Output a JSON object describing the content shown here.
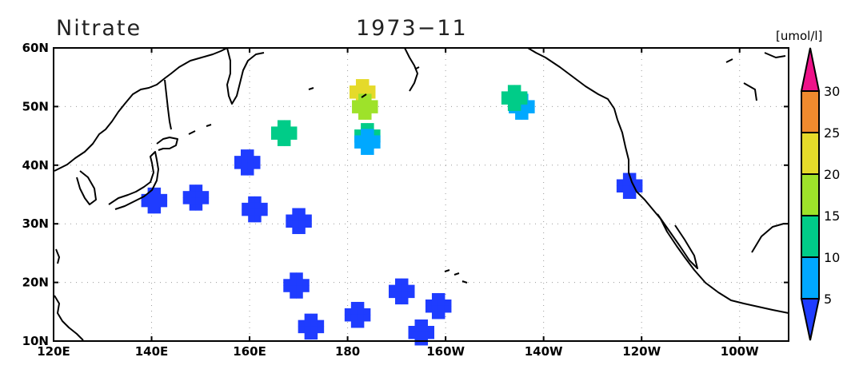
{
  "map": {
    "title": "Nitrate",
    "date": "1973−11",
    "units": "[umol/l]",
    "lon_range": [
      120,
      270
    ],
    "lat_range": [
      10,
      60
    ],
    "lon_ticks": [
      {
        "lon": 120,
        "label": "120E"
      },
      {
        "lon": 140,
        "label": "140E"
      },
      {
        "lon": 160,
        "label": "160E"
      },
      {
        "lon": 180,
        "label": "180"
      },
      {
        "lon": 200,
        "label": "160W"
      },
      {
        "lon": 220,
        "label": "140W"
      },
      {
        "lon": 240,
        "label": "120W"
      },
      {
        "lon": 260,
        "label": "100W"
      }
    ],
    "lat_ticks": [
      {
        "lat": 60,
        "label": "60N"
      },
      {
        "lat": 50,
        "label": "50N"
      },
      {
        "lat": 40,
        "label": "40N"
      },
      {
        "lat": 30,
        "label": "30N"
      },
      {
        "lat": 20,
        "label": "20N"
      },
      {
        "lat": 10,
        "label": "10N"
      }
    ],
    "colorbar": {
      "levels": [
        "5",
        "10",
        "15",
        "20",
        "25",
        "30"
      ],
      "colors": [
        "#1f3cff",
        "#00a8ff",
        "#00cc88",
        "#9ee22a",
        "#e5da2a",
        "#ef8a2e",
        "#ee1289"
      ]
    },
    "observations": [
      {
        "lon": 140.5,
        "lat": 34.0,
        "value": 3
      },
      {
        "lon": 149.0,
        "lat": 34.5,
        "value": 3
      },
      {
        "lon": 159.5,
        "lat": 40.5,
        "value": 3
      },
      {
        "lon": 161.0,
        "lat": 32.5,
        "value": 3
      },
      {
        "lon": 167.0,
        "lat": 45.5,
        "value": 13
      },
      {
        "lon": 170.0,
        "lat": 30.5,
        "value": 3
      },
      {
        "lon": 169.5,
        "lat": 19.5,
        "value": 3
      },
      {
        "lon": 172.5,
        "lat": 12.5,
        "value": 3
      },
      {
        "lon": 182.0,
        "lat": 14.5,
        "value": 3
      },
      {
        "lon": 183.0,
        "lat": 52.5,
        "value": 22
      },
      {
        "lon": 183.5,
        "lat": 50.0,
        "value": 18
      },
      {
        "lon": 184.0,
        "lat": 45.0,
        "value": 12
      },
      {
        "lon": 184.0,
        "lat": 44.0,
        "value": 8
      },
      {
        "lon": 191.0,
        "lat": 18.5,
        "value": 3
      },
      {
        "lon": 195.0,
        "lat": 11.5,
        "value": 3
      },
      {
        "lon": 198.5,
        "lat": 16.0,
        "value": 3
      },
      {
        "lon": 215.5,
        "lat": 50.0,
        "value": 8
      },
      {
        "lon": 214.0,
        "lat": 51.5,
        "value": 12
      },
      {
        "lon": 237.5,
        "lat": 36.5,
        "value": 3
      }
    ]
  }
}
